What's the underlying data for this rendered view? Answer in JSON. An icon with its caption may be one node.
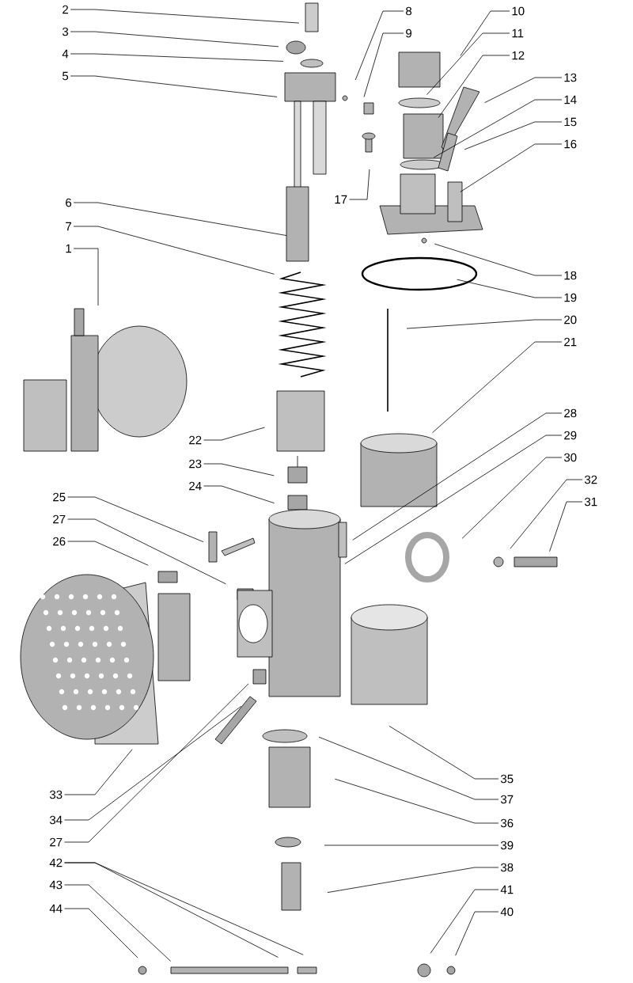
{
  "diagram": {
    "nodes": [
      {
        "text": [
          "2"
        ]
      },
      {
        "text": [
          "3"
        ]
      },
      {
        "text": [
          "4"
        ]
      },
      {
        "text": [
          "5"
        ]
      },
      {
        "text": [
          "6"
        ]
      },
      {
        "text": [
          "7"
        ]
      },
      {
        "text": [
          "1"
        ]
      },
      {
        "text": [
          "22"
        ]
      },
      {
        "text": [
          "23"
        ]
      },
      {
        "text": [
          "24"
        ]
      },
      {
        "text": [
          "25"
        ]
      },
      {
        "text": [
          "27"
        ]
      },
      {
        "text": [
          "26"
        ]
      },
      {
        "text": [
          "33"
        ]
      },
      {
        "text": [
          "34"
        ]
      },
      {
        "text": [
          "27"
        ]
      },
      {
        "text": [
          "42"
        ]
      },
      {
        "text": [
          "43"
        ]
      },
      {
        "text": [
          "44"
        ]
      },
      {
        "text": [
          "8"
        ]
      },
      {
        "text": [
          "9"
        ]
      },
      {
        "text": [
          "10"
        ]
      },
      {
        "text": [
          "11"
        ]
      },
      {
        "text": [
          "12"
        ]
      },
      {
        "text": [
          "13"
        ]
      },
      {
        "text": [
          "14"
        ]
      },
      {
        "text": [
          "15"
        ]
      },
      {
        "text": [
          "16"
        ]
      },
      {
        "text": [
          "17"
        ]
      },
      {
        "text": [
          "18"
        ]
      },
      {
        "text": [
          "19"
        ]
      },
      {
        "text": [
          "20"
        ]
      },
      {
        "text": [
          "21"
        ]
      },
      {
        "text": [
          "28"
        ]
      },
      {
        "text": [
          "29"
        ]
      },
      {
        "text": [
          "30"
        ]
      },
      {
        "text": [
          "32"
        ]
      },
      {
        "text": [
          "31"
        ]
      },
      {
        "text": [
          "35"
        ]
      },
      {
        "text": [
          "37"
        ]
      },
      {
        "text": [
          "36"
        ]
      },
      {
        "text": [
          "39"
        ]
      },
      {
        "text": [
          "38"
        ]
      },
      {
        "text": [
          "41"
        ]
      },
      {
        "text": [
          "40"
        ]
      }
    ],
    "edges": [
      {
        "from": 0,
        "to": null,
        "arrow": "none"
      },
      {
        "from": 1,
        "to": null,
        "arrow": "none"
      },
      {
        "from": 2,
        "to": null,
        "arrow": "none"
      },
      {
        "from": 3,
        "to": null,
        "arrow": "none"
      },
      {
        "from": 4,
        "to": null,
        "arrow": "none"
      },
      {
        "from": 5,
        "to": null,
        "arrow": "none"
      },
      {
        "from": 6,
        "to": null,
        "arrow": "none"
      },
      {
        "from": 7,
        "to": null,
        "arrow": "none"
      },
      {
        "from": 8,
        "to": null,
        "arrow": "none"
      },
      {
        "from": 9,
        "to": null,
        "arrow": "none"
      },
      {
        "from": 10,
        "to": null,
        "arrow": "none"
      },
      {
        "from": 11,
        "to": null,
        "arrow": "none"
      },
      {
        "from": 12,
        "to": null,
        "arrow": "none"
      },
      {
        "from": 13,
        "to": null,
        "arrow": "none"
      },
      {
        "from": 14,
        "to": null,
        "arrow": "none"
      },
      {
        "from": 15,
        "to": null,
        "arrow": "none"
      },
      {
        "from": 16,
        "to": null,
        "arrow": "none"
      },
      {
        "from": 17,
        "to": null,
        "arrow": "none"
      },
      {
        "from": 18,
        "to": null,
        "arrow": "none"
      },
      {
        "from": 19,
        "to": null,
        "arrow": "none"
      },
      {
        "from": 20,
        "to": null,
        "arrow": "none"
      },
      {
        "from": 21,
        "to": null,
        "arrow": "none"
      },
      {
        "from": 22,
        "to": null,
        "arrow": "none"
      },
      {
        "from": 23,
        "to": null,
        "arrow": "none"
      },
      {
        "from": 24,
        "to": null,
        "arrow": "none"
      },
      {
        "from": 25,
        "to": null,
        "arrow": "none"
      },
      {
        "from": 26,
        "to": null,
        "arrow": "none"
      },
      {
        "from": 27,
        "to": null,
        "arrow": "none"
      },
      {
        "from": 28,
        "to": null,
        "arrow": "none"
      },
      {
        "from": 29,
        "to": null,
        "arrow": "none"
      },
      {
        "from": 30,
        "to": null,
        "arrow": "none"
      },
      {
        "from": 31,
        "to": null,
        "arrow": "none"
      },
      {
        "from": 32,
        "to": null,
        "arrow": "none"
      },
      {
        "from": 33,
        "to": null,
        "arrow": "none"
      },
      {
        "from": 34,
        "to": null,
        "arrow": "none"
      },
      {
        "from": 35,
        "to": null,
        "arrow": "none"
      },
      {
        "from": 36,
        "to": null,
        "arrow": "none"
      },
      {
        "from": 37,
        "to": null,
        "arrow": "none"
      },
      {
        "from": 38,
        "to": null,
        "arrow": "none"
      },
      {
        "from": 39,
        "to": null,
        "arrow": "none"
      },
      {
        "from": 40,
        "to": null,
        "arrow": "none"
      },
      {
        "from": 41,
        "to": null,
        "arrow": "none"
      },
      {
        "from": 42,
        "to": null,
        "arrow": "none"
      },
      {
        "from": 43,
        "to": null,
        "arrow": "none"
      },
      {
        "from": 44,
        "to": null,
        "arrow": "none"
      },
      {
        "from": 16,
        "to": null,
        "arrow": "none"
      }
    ]
  }
}
